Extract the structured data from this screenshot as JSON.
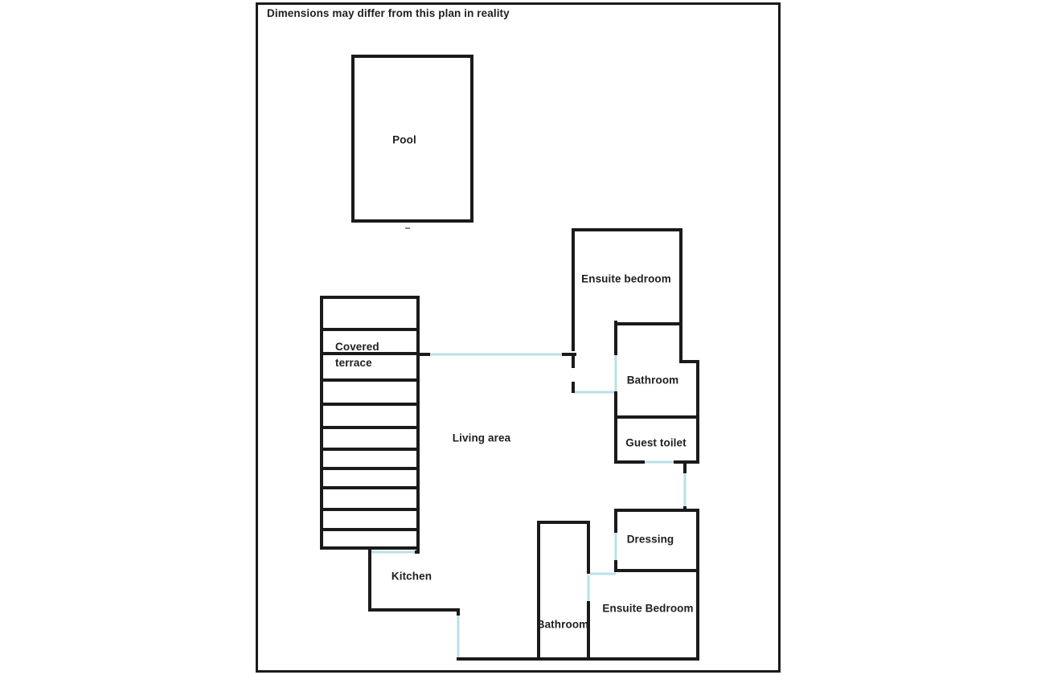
{
  "page": {
    "title": "Dimensions may differ from this plan in reality"
  },
  "colors": {
    "wall": "#1a1a1a",
    "door_opening": "#b9e0e6",
    "background": "#ffffff",
    "text": "#1f1f1f"
  },
  "rooms": {
    "pool": "Pool",
    "ensuite_bedroom_top": "Ensuite bedroom",
    "covered_terrace_line1": "Covered",
    "covered_terrace_line2": "terrace",
    "bathroom_top": "Bathroom",
    "guest_toilet": "Guest toilet",
    "living_area": "Living area",
    "dressing": "Dressing",
    "kitchen": "Kitchen",
    "bathroom_bottom": "Bathroom",
    "ensuite_bedroom_bottom": "Ensuite Bedroom"
  }
}
